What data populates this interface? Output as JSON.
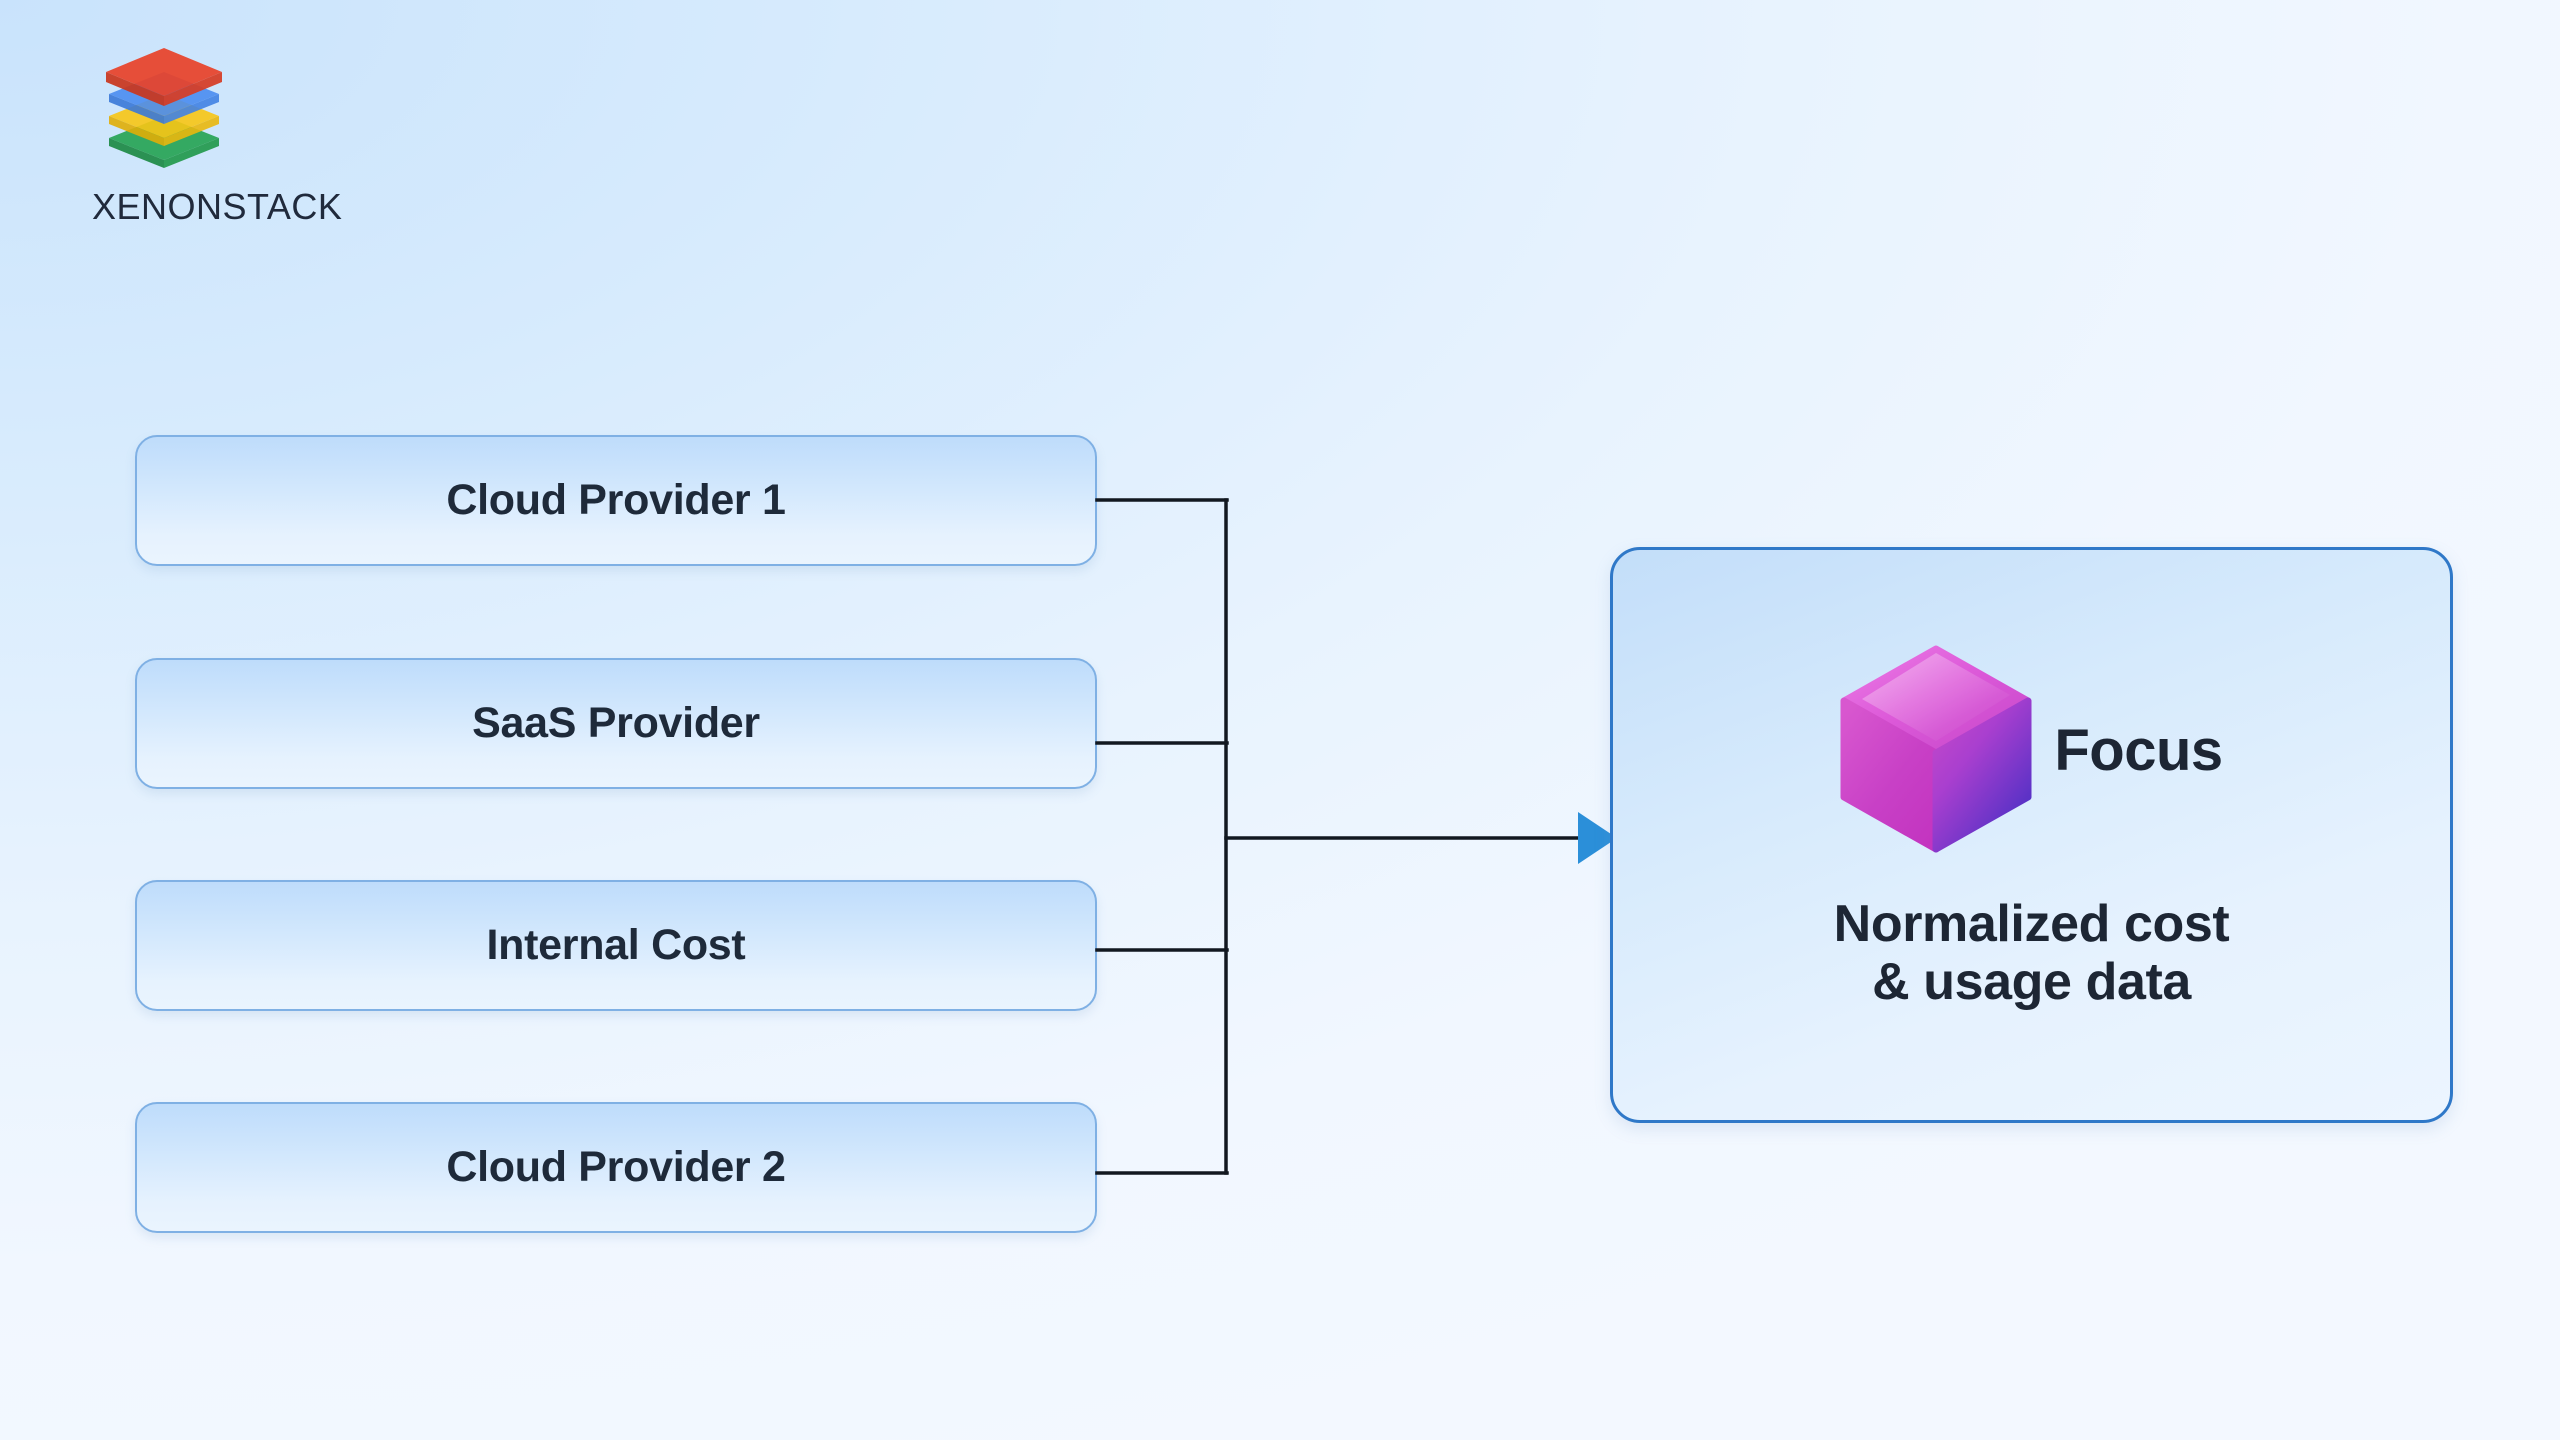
{
  "brand": {
    "name": "XENONSTACK",
    "logo_icon": "stacked-layers-icon",
    "layer_colors": [
      "#e8432b",
      "#4b8df0",
      "#f9c615",
      "#28a455"
    ]
  },
  "colors": {
    "background_from": "#c9e3fc",
    "background_to": "#f3f8ff",
    "source_box_border": "#7fb0e4",
    "source_box_fill_top": "#bedcfb",
    "source_box_fill_bottom": "#eaf4fe",
    "panel_border": "#2f78c8",
    "connector_line": "#121820",
    "arrow_head": "#2b8fd9",
    "text_dark": "#1e2a3a",
    "cube_pink": "#e469dd",
    "cube_magenta": "#c63fd1",
    "cube_violet": "#5a36c9"
  },
  "sources": {
    "items": [
      {
        "label": "Cloud Provider 1"
      },
      {
        "label": "SaaS Provider"
      },
      {
        "label": "Internal Cost"
      },
      {
        "label": "Cloud Provider 2"
      }
    ]
  },
  "focus_panel": {
    "icon": "focus-cube-icon",
    "title": "Focus",
    "caption_line1": "Normalized cost",
    "caption_line2": "& usage data"
  },
  "flow": {
    "arrow_direction": "right",
    "arrow_target": "focus-panel",
    "branch_count": 4
  }
}
